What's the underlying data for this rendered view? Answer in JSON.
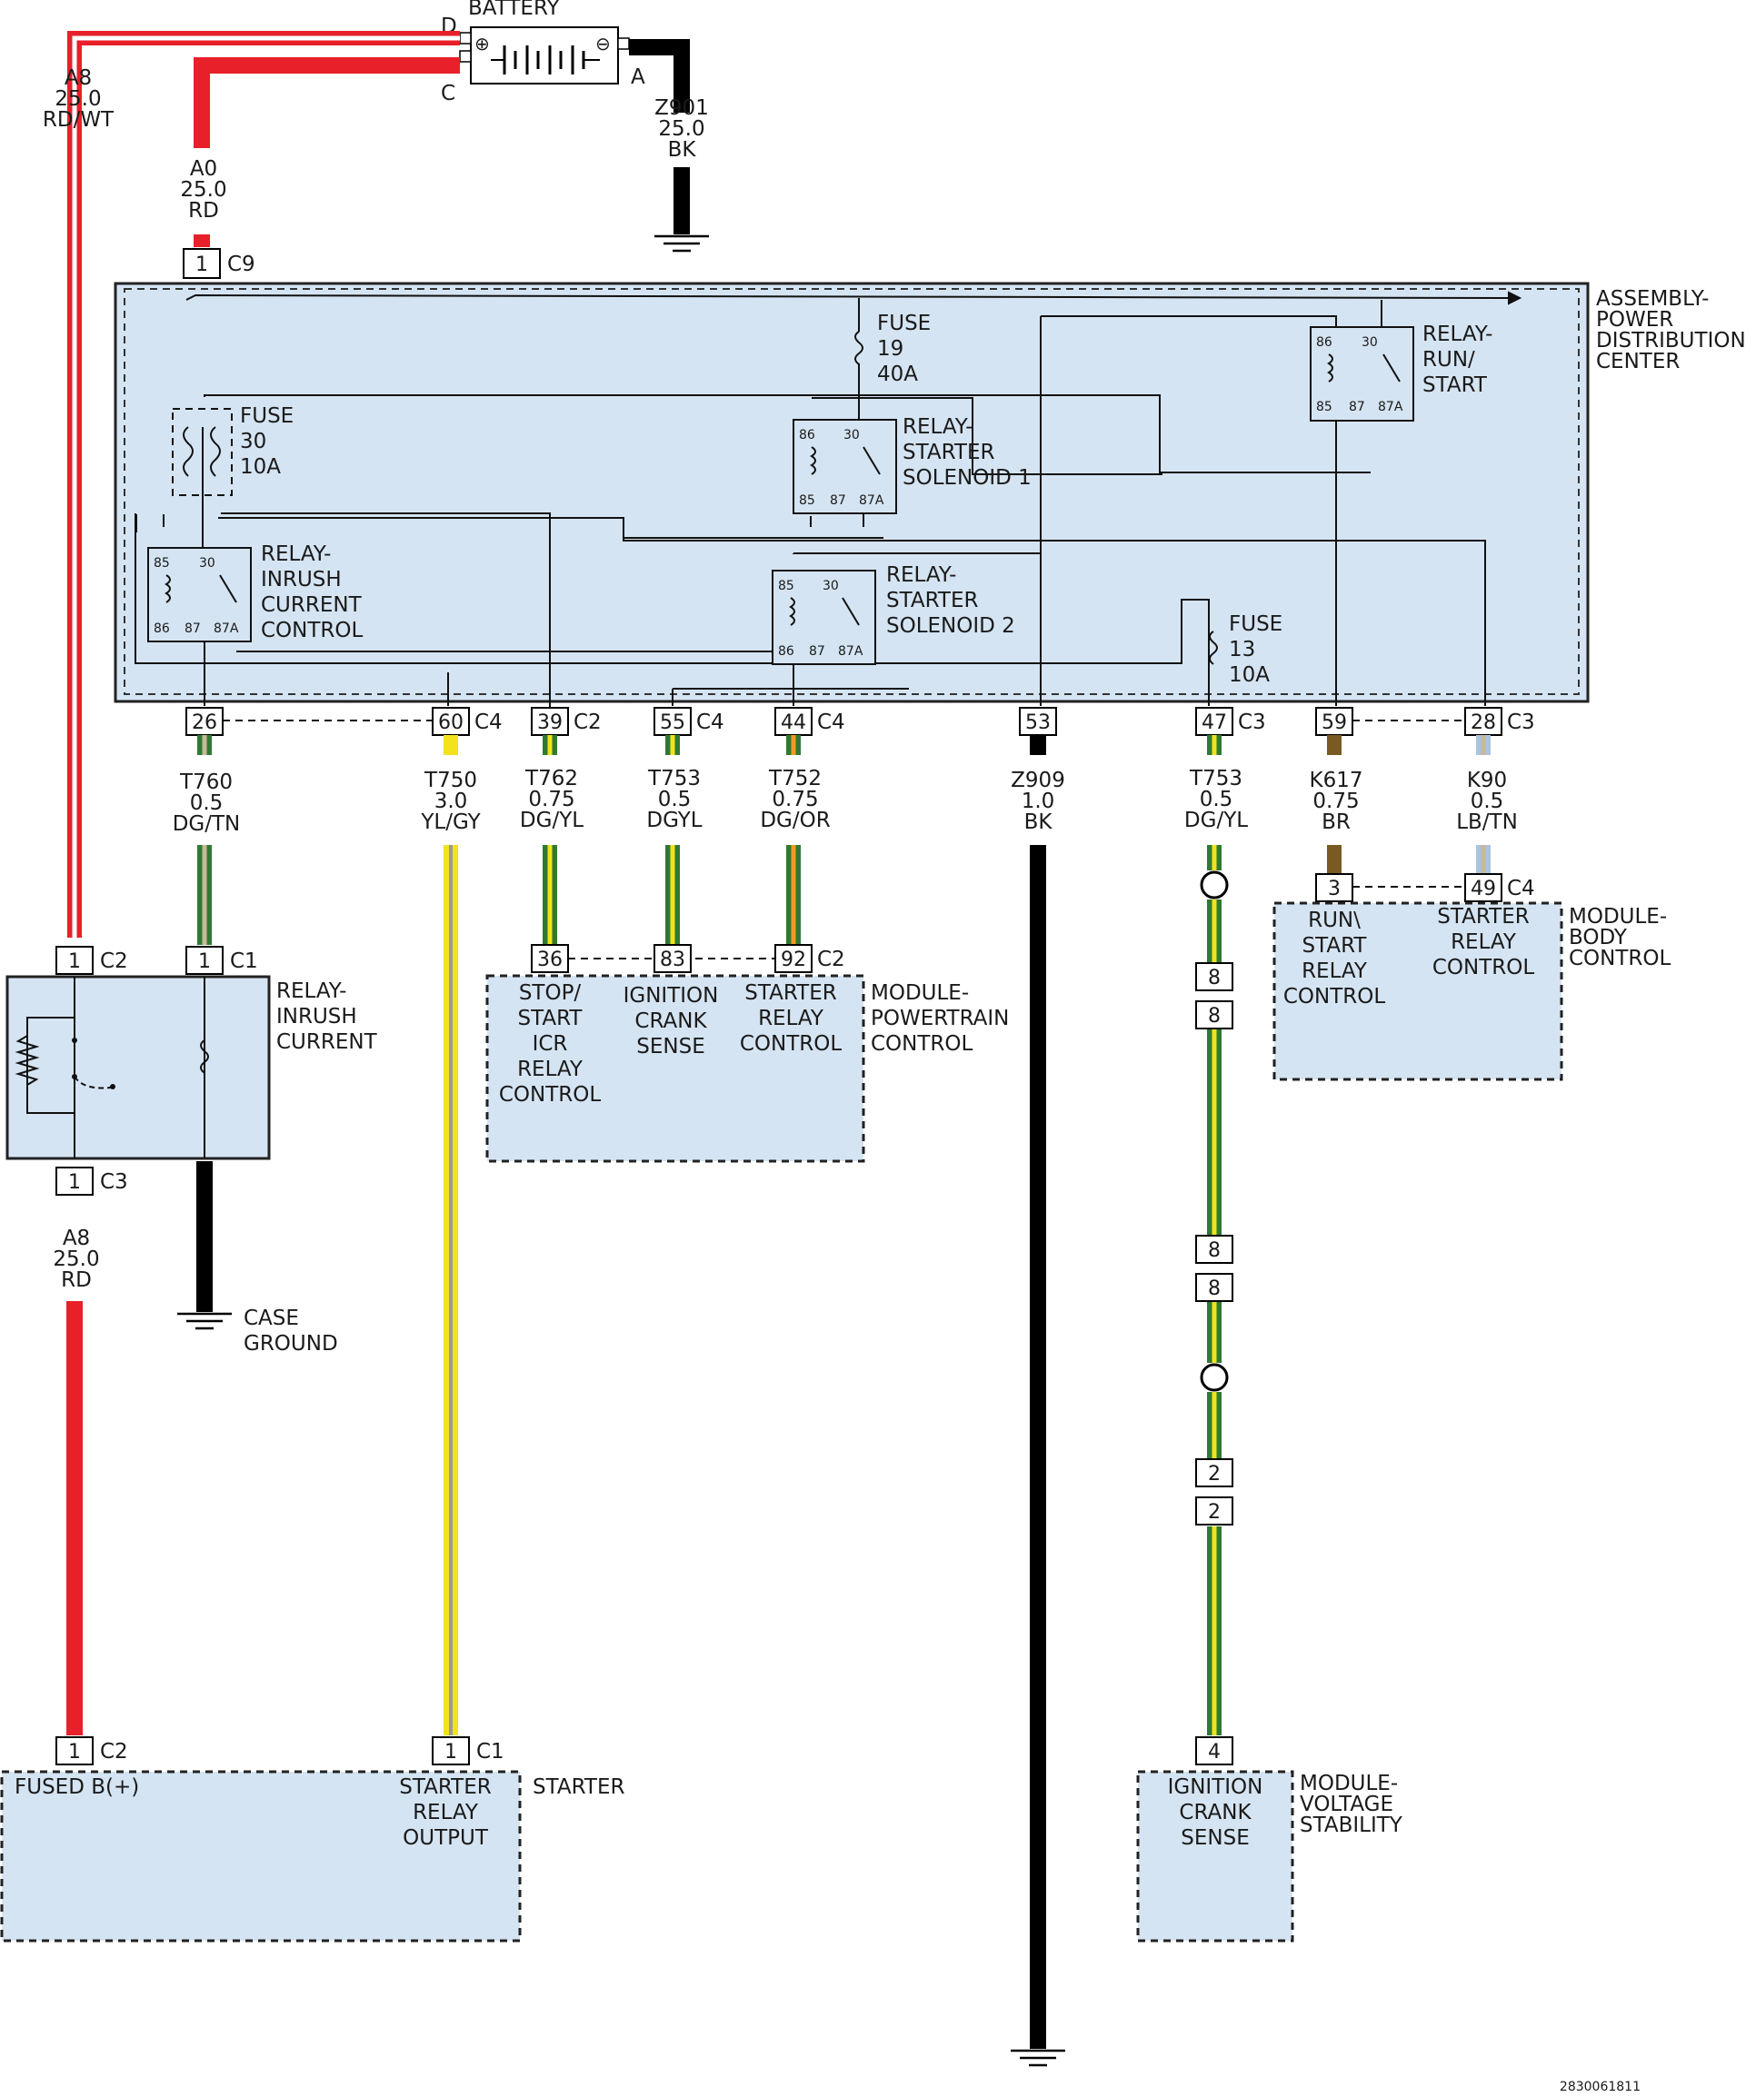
{
  "battery": {
    "label": "BATTERY",
    "terminal_d": "D",
    "terminal_c": "C",
    "terminal_a": "A",
    "plus": "⊕",
    "minus": "⊖"
  },
  "wires": {
    "a8_top": [
      "A8",
      "25.0",
      "RD/WT"
    ],
    "a0": [
      "A0",
      "25.0",
      "RD"
    ],
    "z901": [
      "Z901",
      "25.0",
      "BK"
    ],
    "t760": [
      "T760",
      "0.5",
      "DG/TN"
    ],
    "t750": [
      "T750",
      "3.0",
      "YL/GY"
    ],
    "t762": [
      "T762",
      "0.75",
      "DG/YL"
    ],
    "t753a": [
      "T753",
      "0.5",
      "DGYL"
    ],
    "t752": [
      "T752",
      "0.75",
      "DG/OR"
    ],
    "z909": [
      "Z909",
      "1.0",
      "BK"
    ],
    "t753b": [
      "T753",
      "0.5",
      "DG/YL"
    ],
    "k617": [
      "K617",
      "0.75",
      "BR"
    ],
    "k90": [
      "K90",
      "0.5",
      "LB/TN"
    ],
    "a8_bottom": [
      "A8",
      "25.0",
      "RD"
    ]
  },
  "pdc": {
    "label": [
      "ASSEMBLY-",
      "POWER",
      "DISTRIBUTION",
      "CENTER"
    ],
    "c9_pin": "1",
    "c9_conn": "C9",
    "fuse19": [
      "FUSE",
      "19",
      "40A"
    ],
    "fuse30": [
      "FUSE",
      "30",
      "10A"
    ],
    "fuse13": [
      "FUSE",
      "13",
      "10A"
    ],
    "relay_run_start": [
      "RELAY-",
      "RUN/",
      "START"
    ],
    "relay_starter_sol1": [
      "RELAY-",
      "STARTER",
      "SOLENOID 1"
    ],
    "relay_starter_sol2": [
      "RELAY-",
      "STARTER",
      "SOLENOID 2"
    ],
    "relay_inrush": [
      "RELAY-",
      "INRUSH",
      "CURRENT",
      "CONTROL"
    ],
    "relay_pins": {
      "p86": "86",
      "p85": "85",
      "p30": "30",
      "p87": "87",
      "p87a": "87A"
    }
  },
  "pdc_pins": [
    {
      "pin": "26",
      "conn": ""
    },
    {
      "pin": "60",
      "conn": "C4"
    },
    {
      "pin": "39",
      "conn": "C2"
    },
    {
      "pin": "55",
      "conn": "C4"
    },
    {
      "pin": "44",
      "conn": "C4"
    },
    {
      "pin": "53",
      "conn": ""
    },
    {
      "pin": "47",
      "conn": "C3"
    },
    {
      "pin": "59",
      "conn": ""
    },
    {
      "pin": "28",
      "conn": "C3"
    }
  ],
  "relay_inrush_current": {
    "label": [
      "RELAY-",
      "INRUSH",
      "CURRENT"
    ],
    "c2_pin": "1",
    "c2_conn": "C2",
    "c1_pin": "1",
    "c1_conn": "C1",
    "c3_pin": "1",
    "c3_conn": "C3"
  },
  "case_ground": [
    "CASE",
    "GROUND"
  ],
  "pcm": {
    "label": [
      "MODULE-",
      "POWERTRAIN",
      "CONTROL"
    ],
    "pins": [
      "36",
      "83",
      "92"
    ],
    "conn": "C2",
    "f1": [
      "STOP/",
      "START",
      "ICR",
      "RELAY",
      "CONTROL"
    ],
    "f2": [
      "IGNITION",
      "CRANK",
      "SENSE"
    ],
    "f3": [
      "STARTER",
      "RELAY",
      "CONTROL"
    ]
  },
  "bcm": {
    "label": [
      "MODULE-",
      "BODY",
      "CONTROL"
    ],
    "pins": [
      "3",
      "49"
    ],
    "conn": "C4",
    "f1": [
      "RUN\\",
      "START",
      "RELAY",
      "CONTROL"
    ],
    "f2": [
      "STARTER",
      "RELAY",
      "CONTROL"
    ]
  },
  "inline_connectors": [
    "8",
    "8",
    "8",
    "8",
    "2",
    "2"
  ],
  "starter": {
    "label": "STARTER",
    "c2_pin": "1",
    "c2_conn": "C2",
    "c1_pin": "1",
    "c1_conn": "C1",
    "f1": "FUSED B(+)",
    "f2": [
      "STARTER",
      "RELAY",
      "OUTPUT"
    ]
  },
  "vsm": {
    "label": [
      "MODULE-",
      "VOLTAGE",
      "STABILITY"
    ],
    "pin": "4",
    "f1": [
      "IGNITION",
      "CRANK",
      "SENSE"
    ]
  },
  "figure_id": "2830061811",
  "colors": {
    "red": "#e8202a",
    "black": "#000000",
    "dark_green": "#2f7a32",
    "tan": "#c9b89a",
    "yellow": "#f3e21c",
    "gray": "#9a9a9a",
    "orange": "#f29a20",
    "brown": "#7a5a23",
    "light_blue": "#a9c4e0",
    "box_fill": "#d5e4f2"
  }
}
